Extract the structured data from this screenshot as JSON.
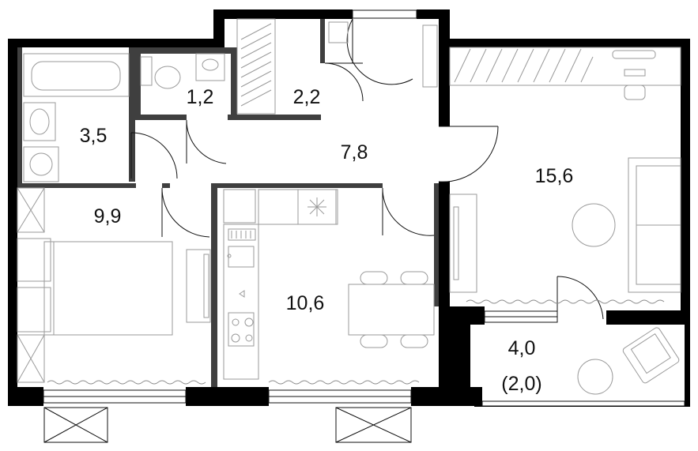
{
  "rooms": [
    {
      "id": "bathroom",
      "area": "3,5"
    },
    {
      "id": "toilet",
      "area": "1,2"
    },
    {
      "id": "storage",
      "area": "2,2"
    },
    {
      "id": "hallway",
      "area": "7,8"
    },
    {
      "id": "living-room",
      "area": "15,6"
    },
    {
      "id": "bedroom",
      "area": "9,9"
    },
    {
      "id": "kitchen",
      "area": "10,6"
    },
    {
      "id": "balcony",
      "area": "4,0",
      "sub_area": "(2,0)"
    }
  ],
  "colors": {
    "outer_wall": "#000000",
    "inner_wall": "#3f3f3f",
    "fixture": "#9a9a9a",
    "background": "#ffffff"
  }
}
